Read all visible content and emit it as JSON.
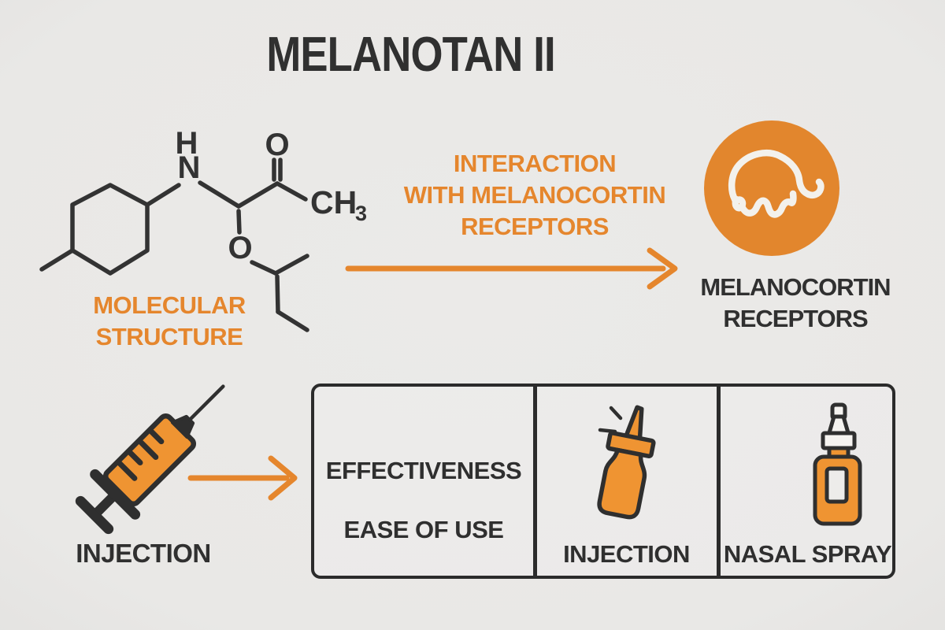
{
  "title": "MELANOTAN II",
  "colors": {
    "background": "#E9E8E6",
    "accent_orange": "#E5862D",
    "icon_orange_fill": "#EF9432",
    "dark_text": "#303030",
    "receptor_circle": "#E2862D",
    "squiggle_white": "#F3F1EC"
  },
  "molecule": {
    "label": "MOLECULAR\nSTRUCTURE",
    "atoms": {
      "amine_h": "H",
      "amine_n": "N",
      "carbonyl_o": "O",
      "methyl_c": "CH",
      "methyl_subscript": "3",
      "ether_o": "O"
    }
  },
  "interaction": {
    "label": "INTERACTION\nWITH MELANOCORTIN\nRECEPTORS"
  },
  "receptor": {
    "label": "MELANOCORTIN\nRECEPTORS"
  },
  "administration": {
    "method_label": "INJECTION",
    "table": {
      "criteria": [
        "EFFECTIVENESS",
        "EASE OF USE"
      ],
      "columns": [
        "INJECTION",
        "NASAL SPRAY"
      ]
    }
  }
}
